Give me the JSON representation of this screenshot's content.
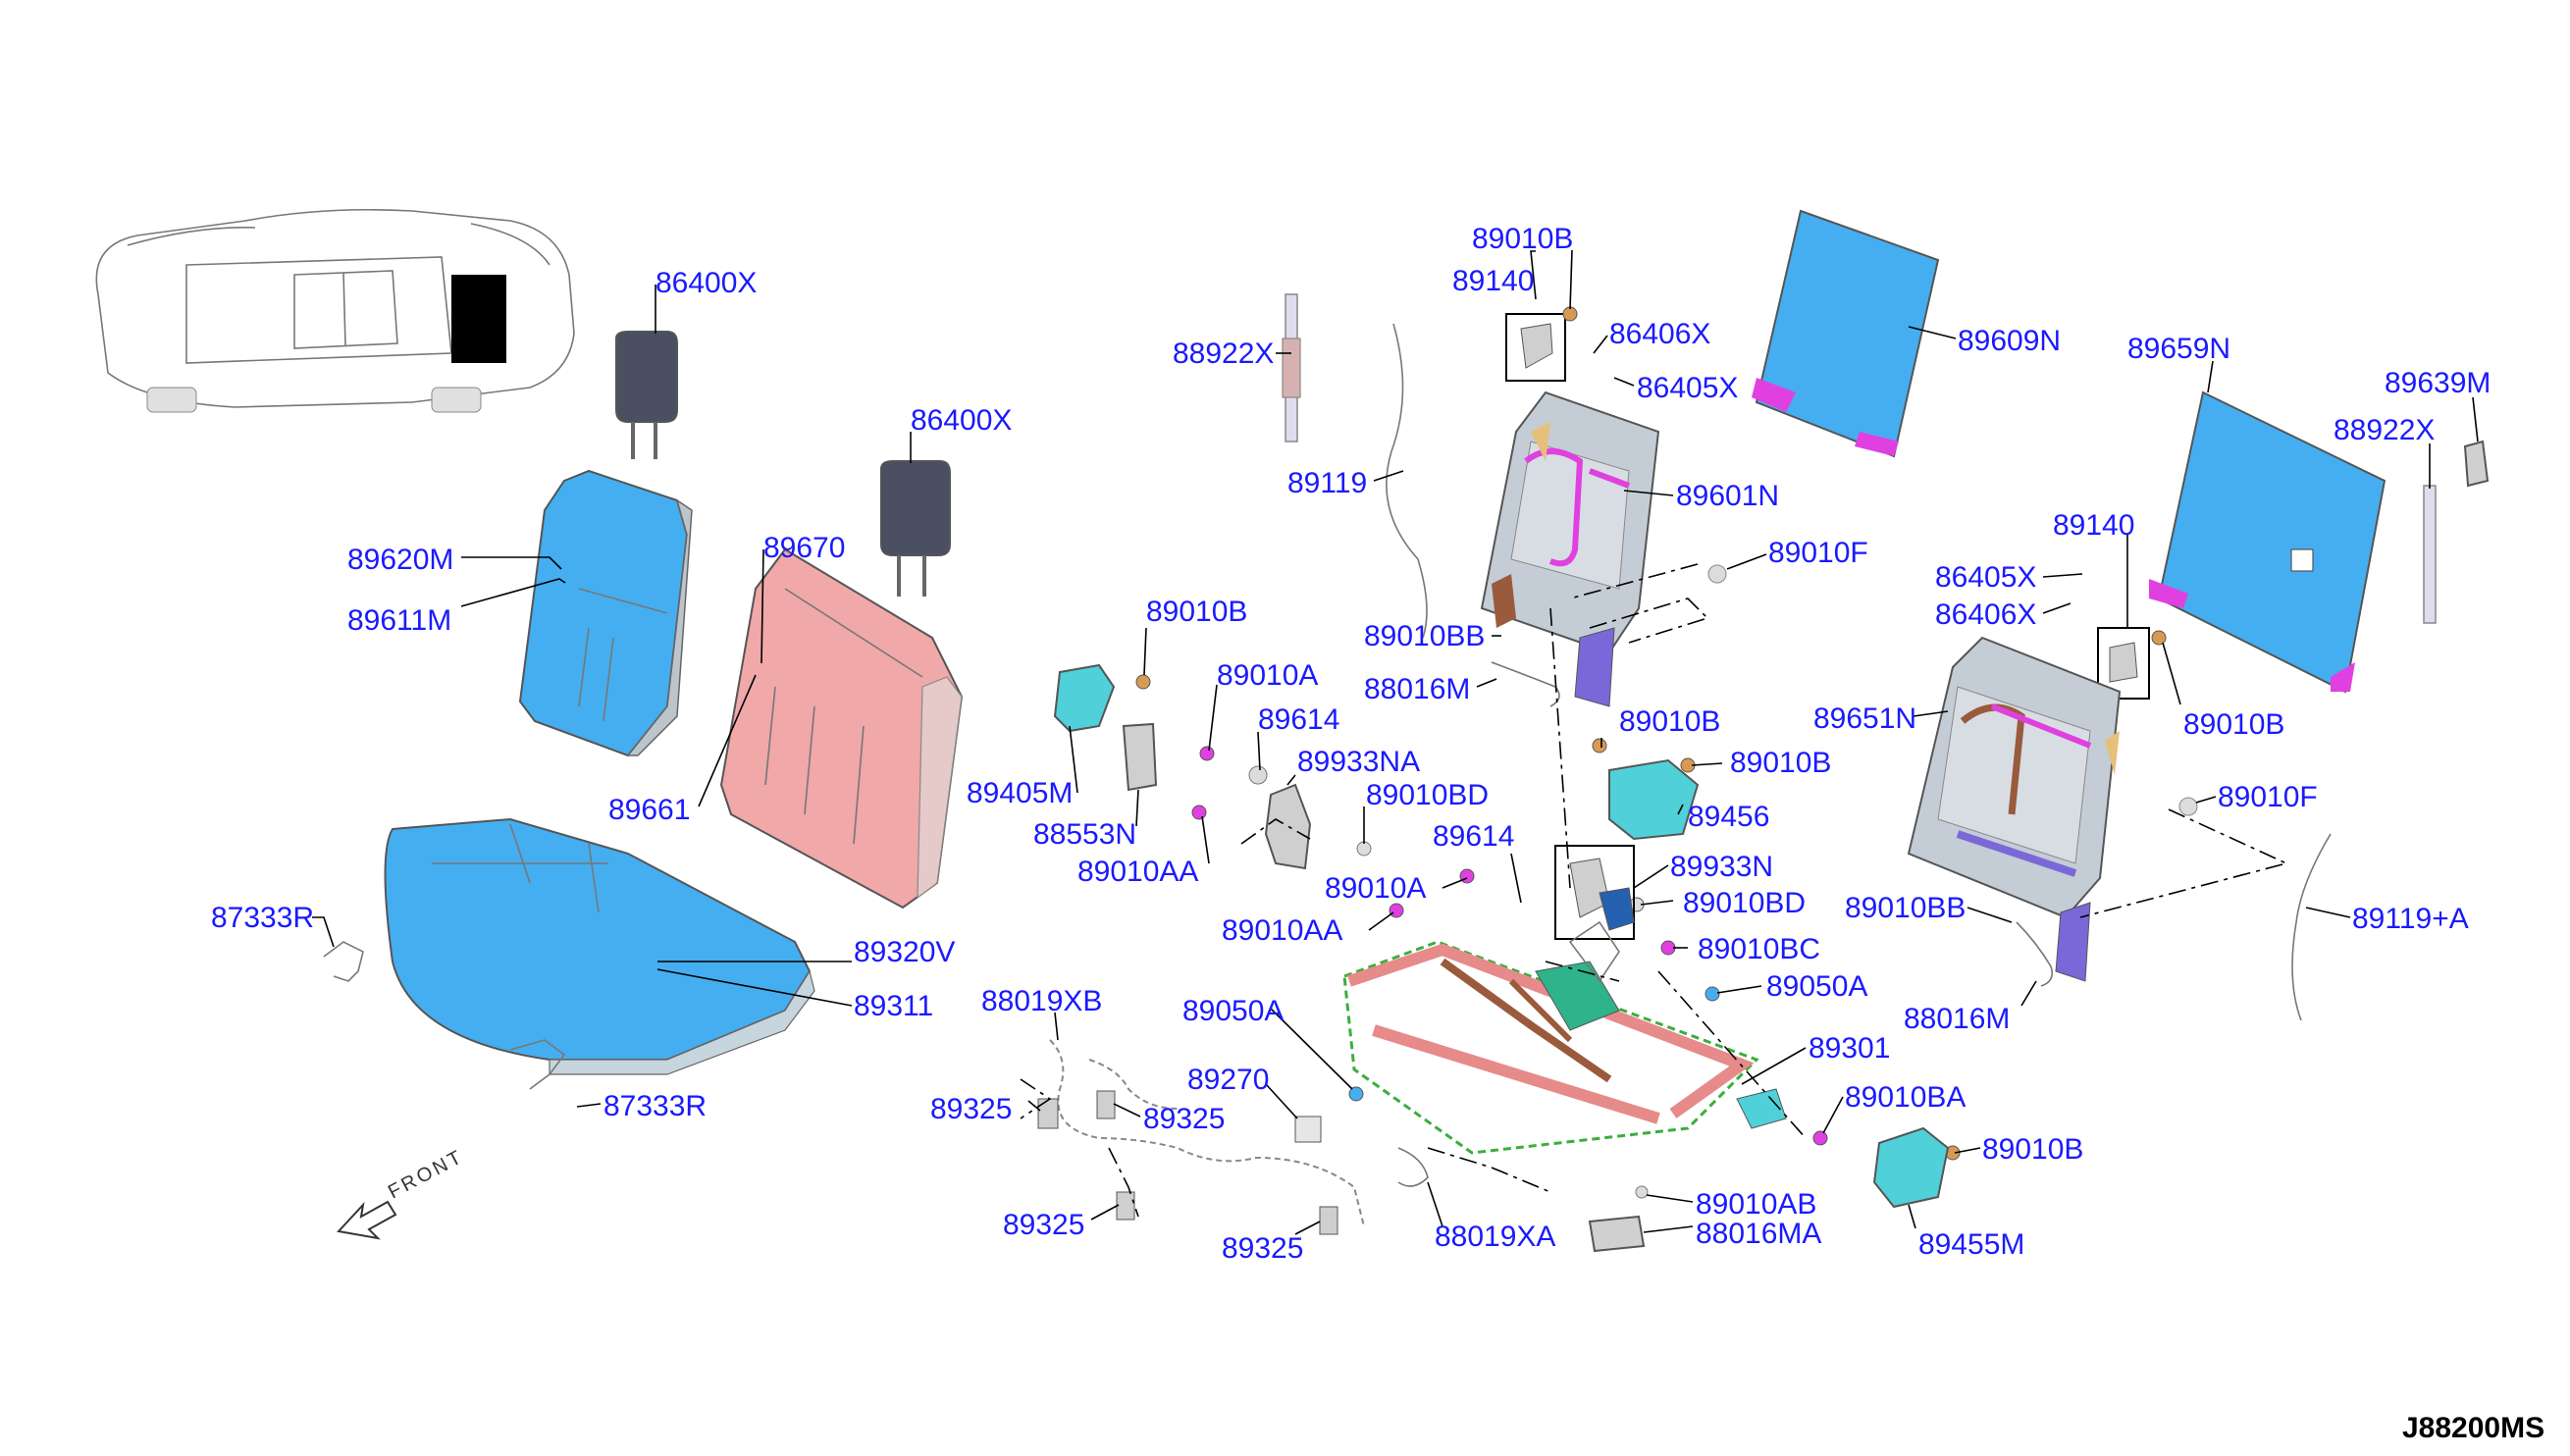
{
  "diagram_code": "J88200MS",
  "front_label": "FRONT",
  "labels": [
    "86400X",
    "86400X",
    "89620M",
    "89611M",
    "89670",
    "89661",
    "87333R",
    "89320V",
    "89311",
    "87333R",
    "88922X",
    "89119",
    "89010B",
    "89140",
    "86406X",
    "86405X",
    "89609N",
    "89601N",
    "89010F",
    "89010BB",
    "88016M",
    "89010B",
    "89010A",
    "89614",
    "89933NA",
    "89010BD",
    "89405M",
    "88553N",
    "89010AA",
    "89614",
    "89010A",
    "89010AA",
    "89010B",
    "89010B",
    "89456",
    "89933N",
    "89010BD",
    "89010BC",
    "89050A",
    "89301",
    "89010BA",
    "88019XB",
    "89050A",
    "89270",
    "89325",
    "89325",
    "89325",
    "89325",
    "88019XA",
    "89010AB",
    "88016MA",
    "89010B",
    "89455M",
    "89659N",
    "89639M",
    "88922X",
    "89140",
    "86405X",
    "86406X",
    "89651N",
    "89010B",
    "89010F",
    "89010BB",
    "89119+A",
    "88016M"
  ]
}
